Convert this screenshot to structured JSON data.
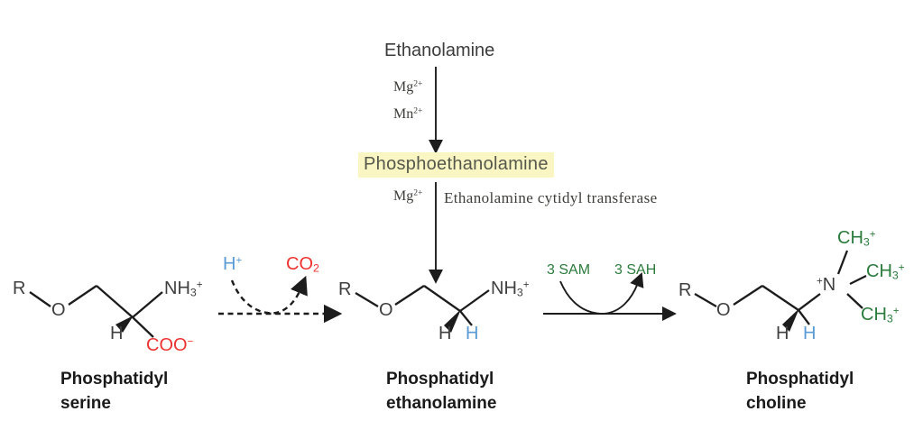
{
  "top": {
    "substrate": "Ethanolamine",
    "cofactor_mg": {
      "base": "Mg",
      "sup": "2+"
    },
    "cofactor_mn": {
      "base": "Mn",
      "sup": "2+"
    },
    "intermediate": "Phosphoethanolamine",
    "enzyme": "Ethanolamine cytidyl transferase"
  },
  "reactions": {
    "decarboxylation": {
      "proton": {
        "base": "H",
        "sup": "+"
      },
      "co2": {
        "base": "CO",
        "sub": "2"
      }
    },
    "methylation": {
      "donor": "3 SAM",
      "byproduct": "3 SAH"
    }
  },
  "molecules": {
    "serine": {
      "r": "R",
      "o": "O",
      "h": "H",
      "amine": {
        "base": "NH",
        "sub": "3",
        "sup": "+"
      },
      "carboxyl": {
        "base": "COO",
        "sup": "−"
      },
      "name_line1": "Phosphatidyl",
      "name_line2": "serine"
    },
    "ethanolamine": {
      "r": "R",
      "o": "O",
      "h_black": "H",
      "h_blue": "H",
      "amine": {
        "base": "NH",
        "sub": "3",
        "sup": "+"
      },
      "name_line1": "Phosphatidyl",
      "name_line2": "ethanolamine"
    },
    "choline": {
      "r": "R",
      "o": "O",
      "h_black": "H",
      "h_blue": "H",
      "nitrogen": {
        "sup": "+",
        "base": "N"
      },
      "methyl": {
        "base": "CH",
        "sub": "3",
        "sup": "+"
      },
      "name_line1": "Phosphatidyl",
      "name_line2": "choline"
    }
  },
  "colors": {
    "highlight_bg": "#f9f6c4",
    "proton_blue": "#5b9bd5",
    "co2_red": "#ee3431",
    "sam_green": "#2b7b3d",
    "bond_black": "#1c1c1c"
  }
}
